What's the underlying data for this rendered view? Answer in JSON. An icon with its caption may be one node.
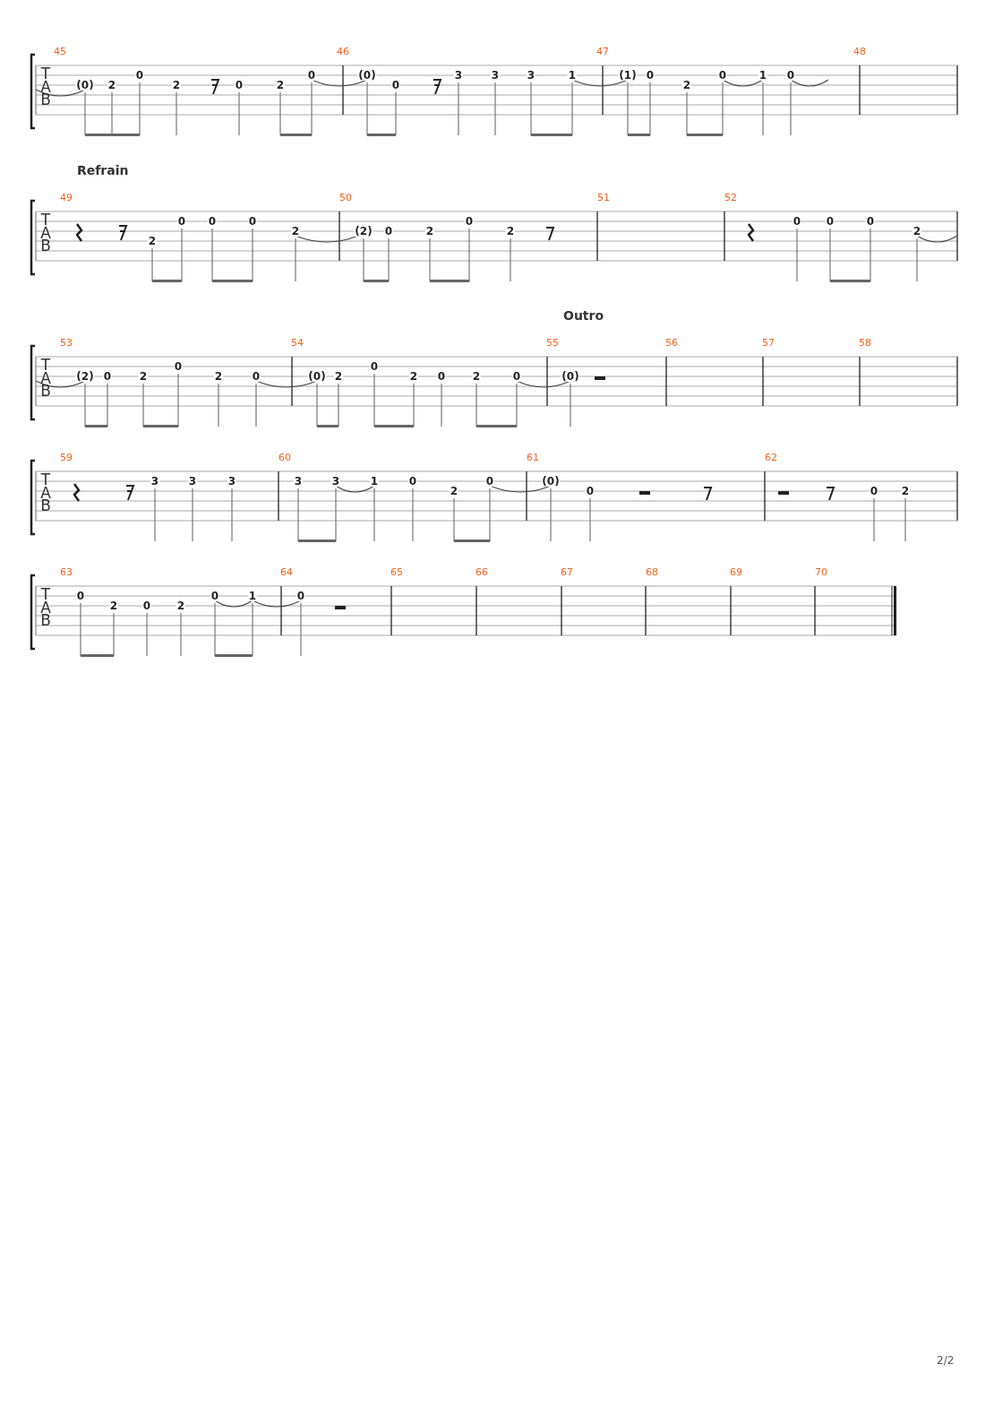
{
  "diagram": {
    "labels": [
      "45",
      "46",
      "47",
      "48",
      "T",
      "A",
      "B",
      "(0)",
      "2",
      "0",
      "2",
      "0",
      "2",
      "0",
      "(0)",
      "0",
      "3",
      "3",
      "3",
      "1",
      "(1)",
      "0",
      "2",
      "0",
      "1",
      "0",
      "Refrain",
      "49",
      "50",
      "51",
      "52",
      "T",
      "A",
      "B",
      "2",
      "0",
      "0",
      "0",
      "2",
      "(2)",
      "0",
      "2",
      "0",
      "2",
      "0",
      "0",
      "0",
      "2",
      "Outro",
      "53",
      "54",
      "55",
      "56",
      "57",
      "58",
      "T",
      "A",
      "B",
      "(2)",
      "0",
      "2",
      "0",
      "2",
      "0",
      "(0)",
      "2",
      "0",
      "2",
      "0",
      "2",
      "0",
      "(0)",
      "59",
      "60",
      "61",
      "62",
      "T",
      "A",
      "B",
      "3",
      "3",
      "3",
      "3",
      "3",
      "1",
      "0",
      "2",
      "0",
      "(0)",
      "0",
      "0",
      "2",
      "63",
      "64",
      "65",
      "66",
      "67",
      "68",
      "69",
      "70",
      "T",
      "A",
      "B",
      "0",
      "2",
      "0",
      "2",
      "0",
      "1",
      "0",
      "2/2"
    ]
  }
}
